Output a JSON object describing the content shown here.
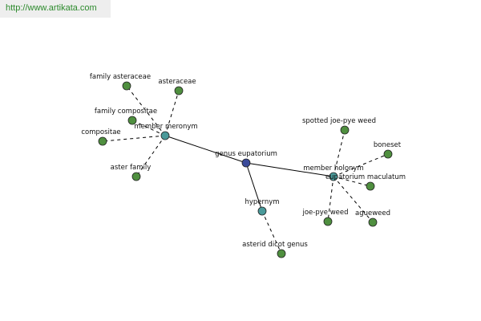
{
  "watermark": "http://www.artikata.com",
  "colors": {
    "root": "#3a4a9a",
    "relation": "#4a9a9a",
    "leaf": "#4f8f3f"
  },
  "nodes": [
    {
      "id": "genus",
      "label": "genus eupatorium",
      "kind": "root"
    },
    {
      "id": "meronym",
      "label": "member meronym",
      "kind": "relation"
    },
    {
      "id": "holonym",
      "label": "member holonym",
      "kind": "relation"
    },
    {
      "id": "hypernym",
      "label": "hypernym",
      "kind": "relation"
    },
    {
      "id": "fam_asteraceae",
      "label": "family asteraceae",
      "kind": "leaf"
    },
    {
      "id": "asteraceae",
      "label": "asteraceae",
      "kind": "leaf"
    },
    {
      "id": "fam_compositae",
      "label": "family compositae",
      "kind": "leaf"
    },
    {
      "id": "compositae",
      "label": "compositae",
      "kind": "leaf"
    },
    {
      "id": "aster_family",
      "label": "aster family",
      "kind": "leaf"
    },
    {
      "id": "spotted",
      "label": "spotted joe-pye weed",
      "kind": "leaf"
    },
    {
      "id": "boneset",
      "label": "boneset",
      "kind": "leaf"
    },
    {
      "id": "maculatum",
      "label": "eupatorium maculatum",
      "kind": "leaf"
    },
    {
      "id": "joepye",
      "label": "joe-pye weed",
      "kind": "leaf"
    },
    {
      "id": "agueweed",
      "label": "agueweed",
      "kind": "leaf"
    },
    {
      "id": "asterid",
      "label": "asterid dicot genus",
      "kind": "leaf"
    }
  ],
  "edges": [
    {
      "from": "meronym",
      "to": "genus",
      "style": "solid"
    },
    {
      "from": "genus",
      "to": "holonym",
      "style": "solid"
    },
    {
      "from": "genus",
      "to": "hypernym",
      "style": "solid"
    },
    {
      "from": "meronym",
      "to": "fam_asteraceae",
      "style": "dashed"
    },
    {
      "from": "meronym",
      "to": "asteraceae",
      "style": "dashed"
    },
    {
      "from": "meronym",
      "to": "fam_compositae",
      "style": "dashed"
    },
    {
      "from": "meronym",
      "to": "compositae",
      "style": "dashed"
    },
    {
      "from": "meronym",
      "to": "aster_family",
      "style": "dashed"
    },
    {
      "from": "holonym",
      "to": "spotted",
      "style": "dashed"
    },
    {
      "from": "holonym",
      "to": "boneset",
      "style": "dashed"
    },
    {
      "from": "holonym",
      "to": "maculatum",
      "style": "dashed"
    },
    {
      "from": "holonym",
      "to": "joepye",
      "style": "dashed"
    },
    {
      "from": "holonym",
      "to": "agueweed",
      "style": "dashed"
    },
    {
      "from": "hypernym",
      "to": "asterid",
      "style": "dashed"
    }
  ]
}
